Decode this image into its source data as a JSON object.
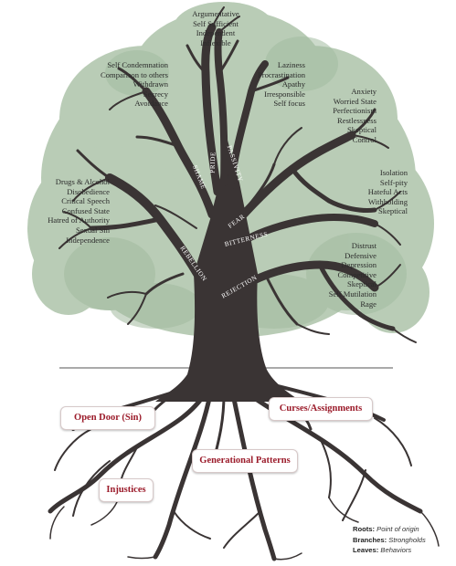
{
  "labels": {
    "top": [
      "Argumentative",
      "Self Sufficient",
      "Independent",
      "Inflexible"
    ],
    "upper_left": [
      "Self Condemnation",
      "Comparison to others",
      "Withdrawn",
      "Secrecy",
      "Avoidance"
    ],
    "upper_mid": [
      "Laziness",
      "Procrastination",
      "Apathy",
      "Irresponsible",
      "Self focus"
    ],
    "upper_right": [
      "Anxiety",
      "Worried State",
      "Perfectionism",
      "Restlessness",
      "Skeptical",
      "Control"
    ],
    "left": [
      "Drugs & Alcohol",
      "Disobedience",
      "Critical Speech",
      "Confused State",
      "Hatred of Authority",
      "Sexual Sin",
      "Independence"
    ],
    "mid_right": [
      "Isolation",
      "Self-pity",
      "Hateful Acts",
      "Withholding",
      "Skeptical"
    ],
    "lower_right": [
      "Distrust",
      "Defensive",
      "Depression",
      "Competitive",
      "Skeptical",
      "Self Mutilation",
      "Rage"
    ]
  },
  "strongholds": {
    "shame": "SHAME",
    "pride": "PRIDE",
    "passivity": "PASSIVITY",
    "fear": "FEAR",
    "bitterness": "BITTERNESS",
    "rebellion": "REBELLION",
    "rejection": "REJECTION"
  },
  "roots": {
    "open_door": "Open Door (Sin)",
    "curses": "Curses/Assignments",
    "generational": "Generational Patterns",
    "injustices": "Injustices"
  },
  "legend": {
    "roots_key": "Roots:",
    "roots_val": "Point of origin",
    "branches_key": "Branches:",
    "branches_val": "Strongholds",
    "leaves_key": "Leaves:",
    "leaves_val": "Behaviors"
  },
  "colors": {
    "canopy": "#b9ccb6",
    "canopy_dark": "#a3bba0",
    "trunk": "#3a3434",
    "root_box_text": "#9b1b2a"
  }
}
